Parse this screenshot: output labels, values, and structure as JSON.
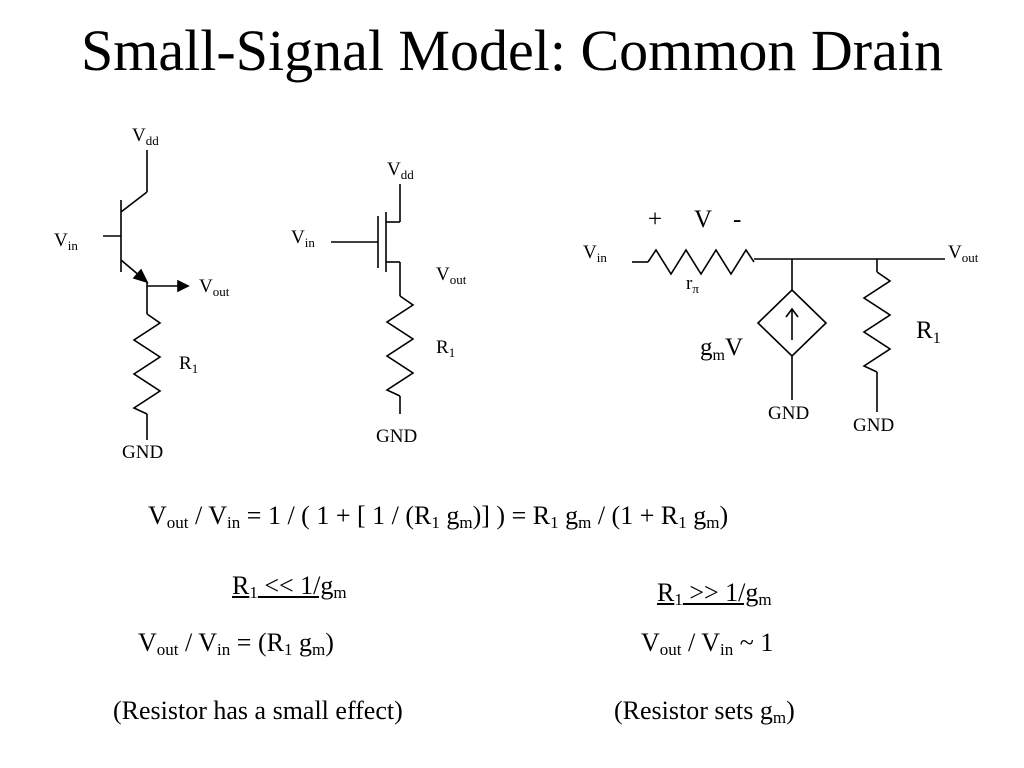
{
  "title": "Small-Signal Model: Common Drain",
  "bjt": {
    "vdd": "V",
    "vdd_sub": "dd",
    "vin": "V",
    "vin_sub": "in",
    "vout": "V",
    "vout_sub": "out",
    "r": "R",
    "r_sub": "1",
    "gnd": "GND"
  },
  "mos": {
    "vdd": "V",
    "vdd_sub": "dd",
    "vin": "V",
    "vin_sub": "in",
    "vout": "V",
    "vout_sub": "out",
    "r": "R",
    "r_sub": "1",
    "gnd": "GND"
  },
  "model": {
    "plus": "+",
    "v": "V",
    "minus": "-",
    "vin": "V",
    "vin_sub": "in",
    "vout": "V",
    "vout_sub": "out",
    "rpi": "r",
    "rpi_sub": "π",
    "gm": "g",
    "gm_sub": "m",
    "gm_v": "V",
    "r": "R",
    "r_sub": "1",
    "gnd1": "GND",
    "gnd2": "GND"
  },
  "main_eq": {
    "t1": "V",
    "s1": "out",
    "t2": " / V",
    "s2": "in",
    "t3": " = 1 / ( 1 + [ 1 / (R",
    "s3": "1",
    "t4": " g",
    "s4": "m",
    "t5": ")] ) = R",
    "s5": "1",
    "t6": " g",
    "s6": "m",
    "t7": " / (1 + R",
    "s7": "1",
    "t8": " g",
    "s8": "m",
    "t9": ")"
  },
  "left_case": {
    "cond_a": "R",
    "cond_a_sub": "1",
    "cond_b": " << 1/g",
    "cond_b_sub": "m",
    "res_a": "V",
    "res_a_sub": "out",
    "res_b": " / V",
    "res_b_sub": "in",
    "res_c": " =  (R",
    "res_c_sub": "1",
    "res_d": " g",
    "res_d_sub": "m",
    "res_e": ")",
    "note": "(Resistor has a small effect)"
  },
  "right_case": {
    "cond_a": "R",
    "cond_a_sub": "1",
    "cond_b": " >> 1/g",
    "cond_b_sub": "m",
    "res_a": "V",
    "res_a_sub": "out",
    "res_b": " / V",
    "res_b_sub": "in",
    "res_c": " ~ 1",
    "note_a": "(Resistor sets g",
    "note_a_sub": "m",
    "note_b": ")"
  }
}
